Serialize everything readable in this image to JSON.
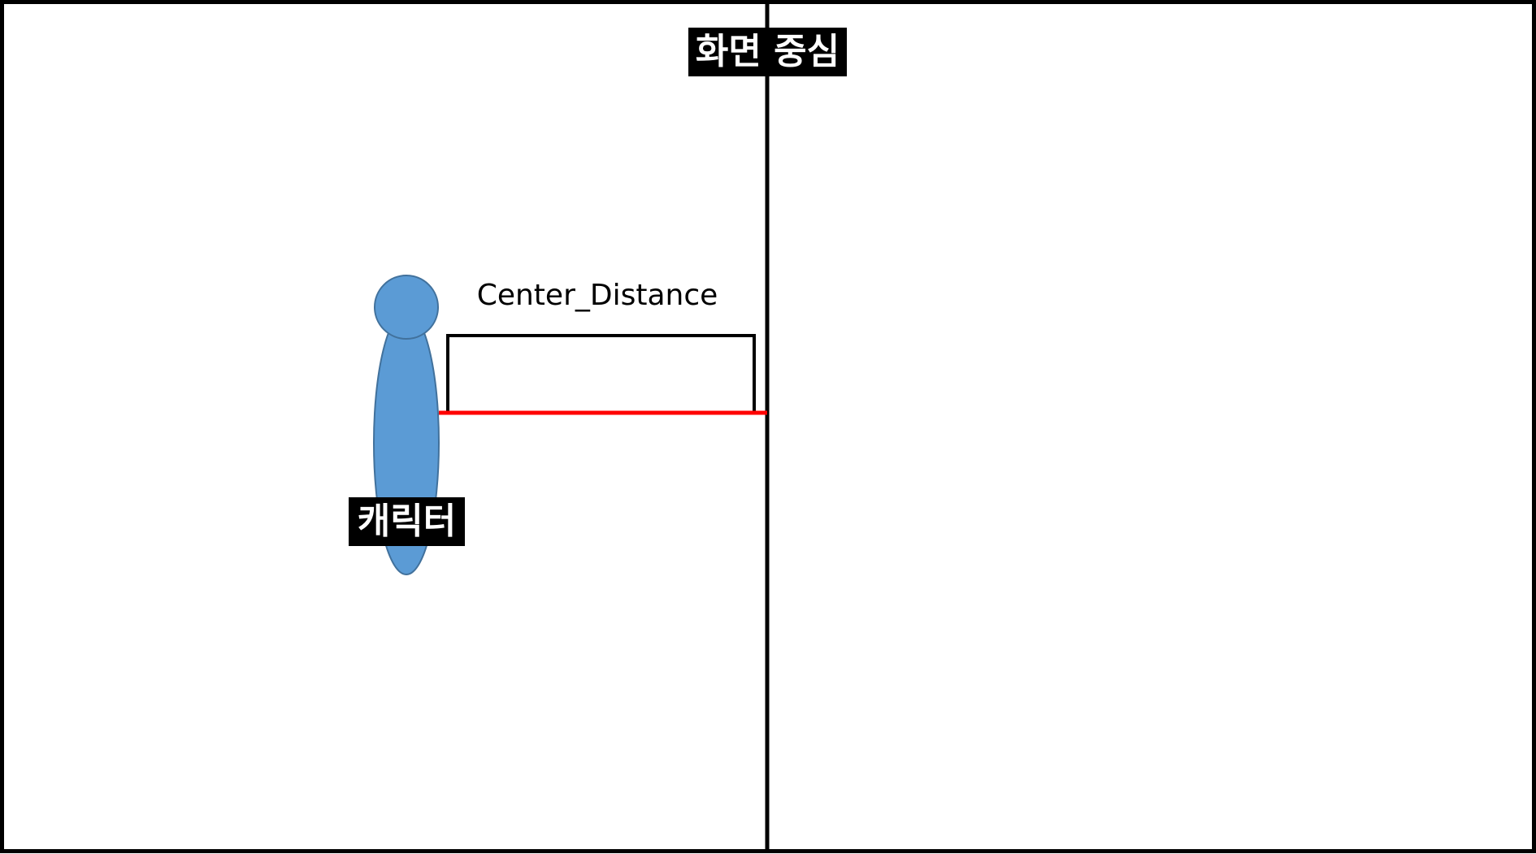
{
  "screen_center_label": "화면 중심",
  "character_label": "캐릭터",
  "distance_label": "Center_Distance",
  "colors": {
    "frame": "#000000",
    "character_fill": "#5b9bd5",
    "character_stroke": "#41719c",
    "distance_line": "#ff0000",
    "label_background": "#000000",
    "label_text": "#ffffff"
  }
}
